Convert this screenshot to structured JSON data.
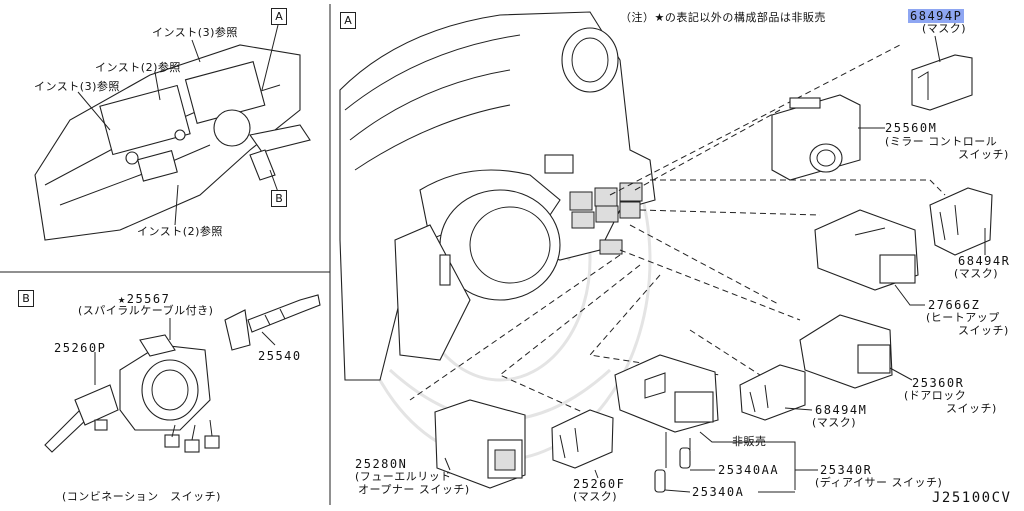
{
  "note": "（注）★の表記以外の構成部品は非販売",
  "figure_code": "J25100CV",
  "section_box_a": "A",
  "section_box_b": "B",
  "detail_box_a": "A",
  "detail_box_b": "B",
  "overview_labels": {
    "inst3_top": "インスト(3)参照",
    "inst2_top": "インスト(2)参照",
    "inst3_left": "インスト(3)参照",
    "inst2_bottom": "インスト(2)参照"
  },
  "b_section": {
    "star_part": "★25567",
    "star_part_desc": "(スパイラルケーブル付き)",
    "p25260p": "25260P",
    "p25540": "25540",
    "caption": "(コンビネーション　スイッチ)"
  },
  "a_section": {
    "p68494p": "68494P",
    "p68494p_desc": "(マスク)",
    "p25560m": "25560M",
    "p25560m_desc1": "(ミラー コントロール",
    "p25560m_desc2": "スイッチ)",
    "p68494r": "68494R",
    "p68494r_desc": "(マスク)",
    "p27666z": "27666Z",
    "p27666z_desc1": "(ヒートアップ",
    "p27666z_desc2": "スイッチ)",
    "p25360r": "25360R",
    "p25360r_desc1": "(ドアロック",
    "p25360r_desc2": "スイッチ)",
    "p68494m": "68494M",
    "p68494m_desc": "(マスク)",
    "hihanbai": "非販売",
    "p25340aa": "25340AA",
    "p25340r": "25340R",
    "p25340r_desc": "(ディアイサー スイッチ)",
    "p25340a": "25340A",
    "p25280n": "25280N",
    "p25280n_desc1": "(フューエルリッド",
    "p25280n_desc2": "オープナー スイッチ)",
    "p25260f": "25260F",
    "p25260f_desc": "(マスク)"
  }
}
